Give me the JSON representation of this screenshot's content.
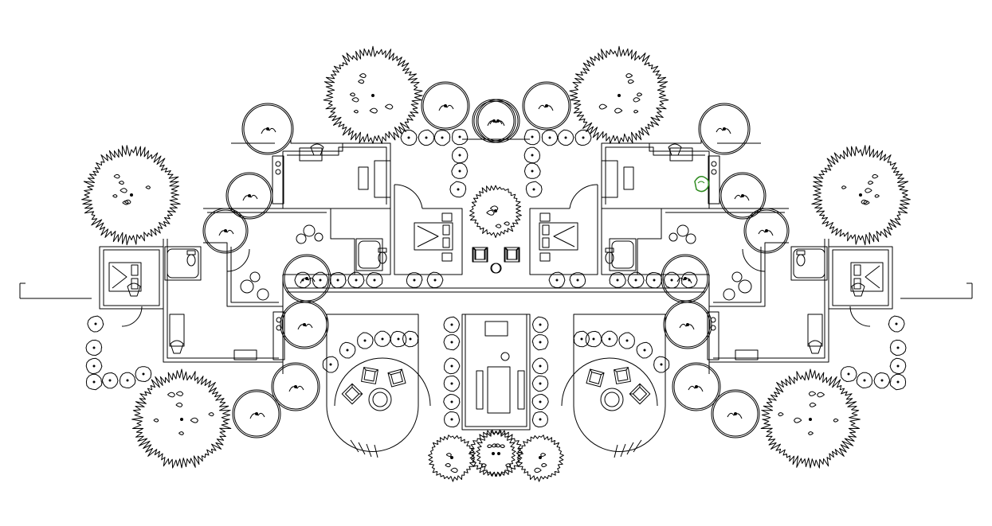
{
  "drawing": {
    "line_color": "#000000",
    "accent_color": "#2e8b1f",
    "background": "#ffffff",
    "symmetric": true,
    "elements": [
      "walls",
      "trees",
      "shrubs",
      "furniture",
      "beds",
      "bathtubs",
      "toilets",
      "kitchen-counters",
      "circular-terraces",
      "stairs"
    ]
  }
}
